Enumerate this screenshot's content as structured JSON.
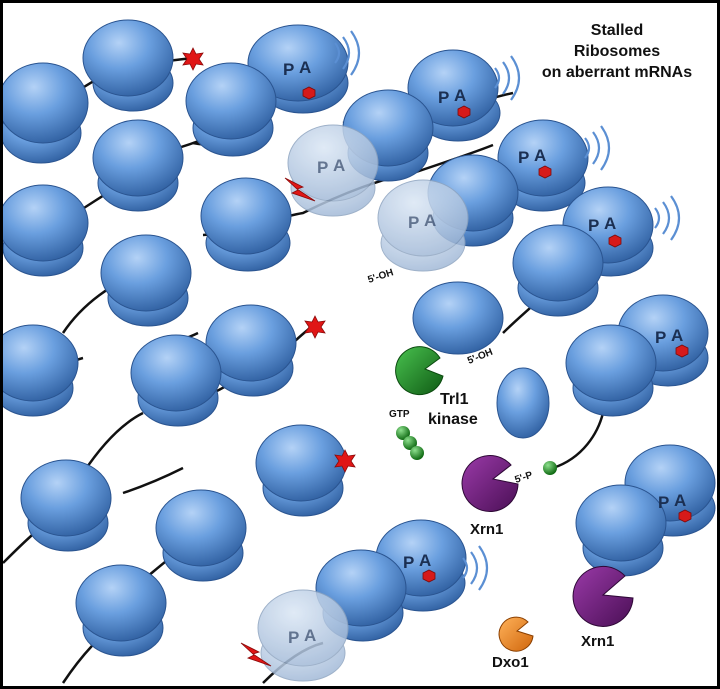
{
  "title": {
    "line1": "Stalled",
    "line2": "Ribosomes",
    "line3": "on aberrant mRNAs"
  },
  "labels": {
    "trl1_line1": "Trl1",
    "trl1_line2": "kinase",
    "gtp": "GTP",
    "xrn1_a": "Xrn1",
    "xrn1_b": "Xrn1",
    "dxo1": "Dxo1",
    "oh5_a": "5'-OH",
    "oh5_b": "5'-OH",
    "p5": "5'-P"
  },
  "site_labels": {
    "p": "P",
    "a": "A"
  },
  "colors": {
    "ribosome": "#5b8fd3",
    "ribosome_dark": "#2e5e9f",
    "kinase": "#1f8a2a",
    "xrn1": "#6b1a7a",
    "dxo1": "#f08a1c",
    "star": "#e01616",
    "gtp": "#1a8a1a"
  }
}
